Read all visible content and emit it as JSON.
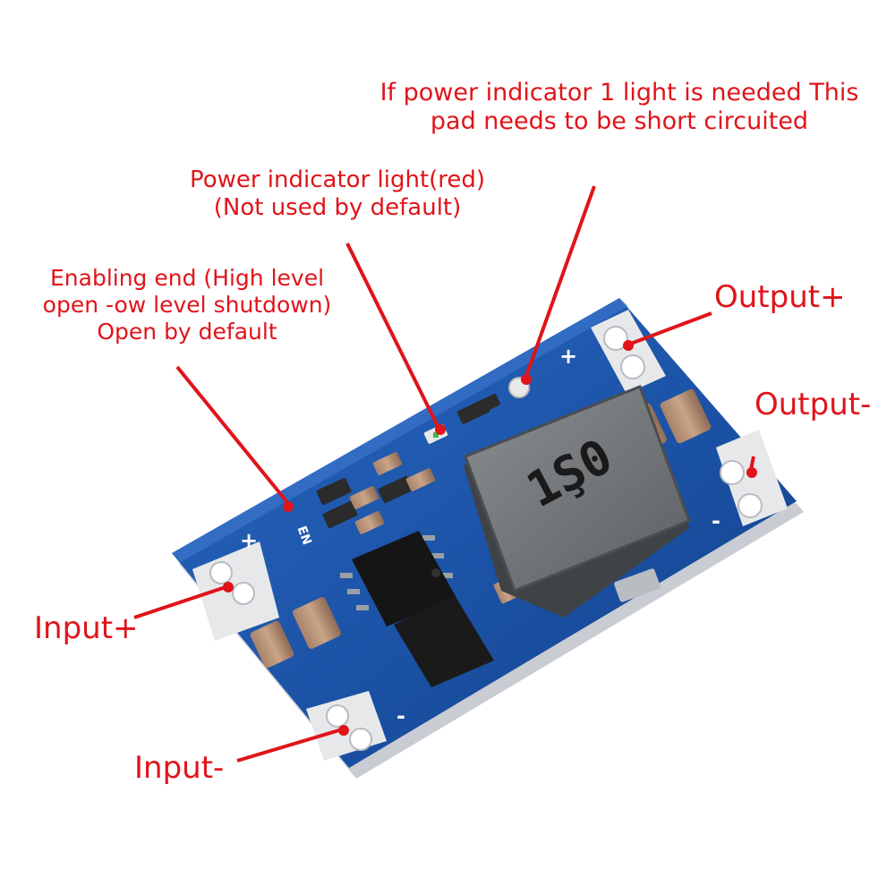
{
  "colors": {
    "annotation_red": "#e0141a",
    "pcb_blue": "#1a4f9e",
    "inductor_gray": "#6b6f72",
    "background": "#ffffff"
  },
  "inductor_marking": "1Ş0",
  "silkscreen": {
    "input_plus": "+",
    "input_minus": "-",
    "output_plus": "+",
    "output_minus": "-",
    "enable": "EN"
  },
  "annotations": {
    "pad_short": [
      "If power indicator 1 light is needed This",
      "pad needs to be short circuited"
    ],
    "power_led": [
      "Power indicator light(red)",
      "(Not used by default)"
    ],
    "enable": [
      "Enabling end (High level",
      "open -ow level shutdown)",
      "Open by default"
    ],
    "output_plus": "Output+",
    "output_minus": "Output-",
    "input_plus": "Input+",
    "input_minus": "Input-"
  }
}
